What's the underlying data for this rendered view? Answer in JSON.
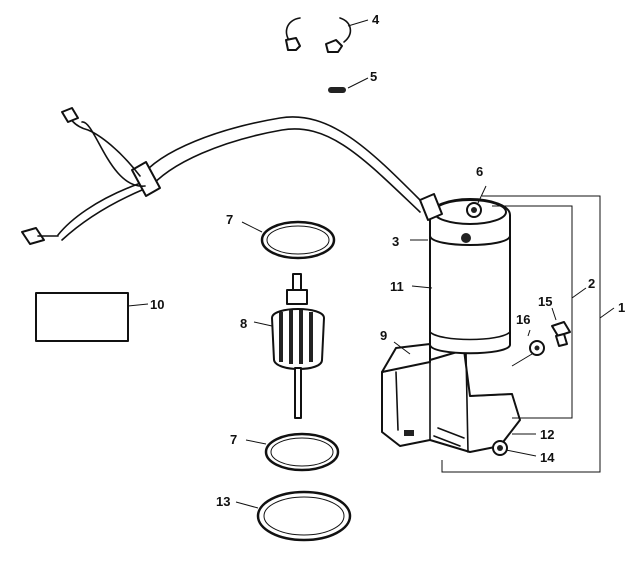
{
  "callouts": {
    "c1": "1",
    "c2": "2",
    "c3": "3",
    "c4": "4",
    "c5": "5",
    "c6": "6",
    "c7a": "7",
    "c7b": "7",
    "c8": "8",
    "c9": "9",
    "c10": "10",
    "c11": "11",
    "c12": "12",
    "c13": "13",
    "c14": "14",
    "c15": "15",
    "c16": "16"
  },
  "colors": {
    "ink": "#111111",
    "paper": "#ffffff"
  }
}
